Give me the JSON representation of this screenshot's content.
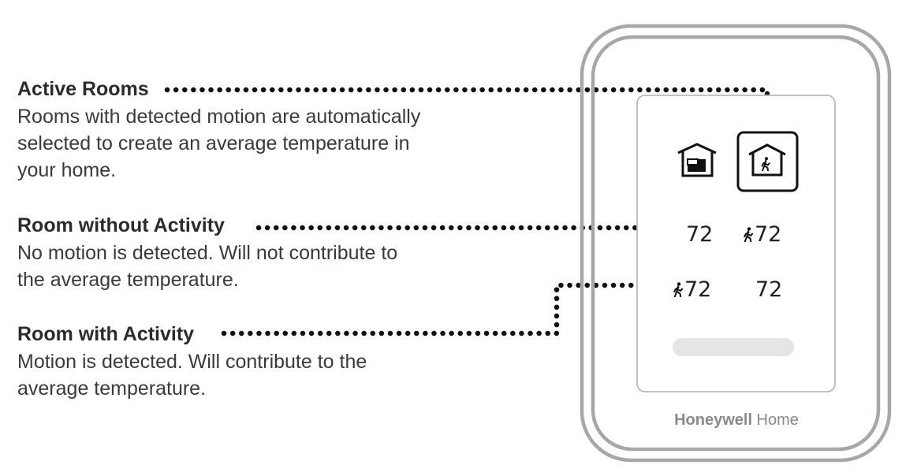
{
  "callouts": [
    {
      "title": "Active Rooms",
      "lines": [
        "Rooms with detected motion are automatically",
        "selected to create an average temperature in",
        "your home."
      ]
    },
    {
      "title": "Room without Activity",
      "lines": [
        "No motion is detected. Will not contribute to",
        "the average temperature."
      ]
    },
    {
      "title": "Room with Activity",
      "lines": [
        "Motion is detected. Will contribute to the",
        "average temperature."
      ]
    }
  ],
  "device": {
    "rows": [
      {
        "left": "72",
        "right": "72"
      },
      {
        "left": "72",
        "right": "72"
      }
    ],
    "brand_bold": "Honeywell",
    "brand_light": " Home",
    "icons": [
      "home-sensor-icon",
      "home-motion-icon",
      "motion-person-icon"
    ],
    "colors": {
      "outline": "#a7a7a7",
      "dots": "#111111",
      "pill": "#e5e5e5"
    }
  }
}
